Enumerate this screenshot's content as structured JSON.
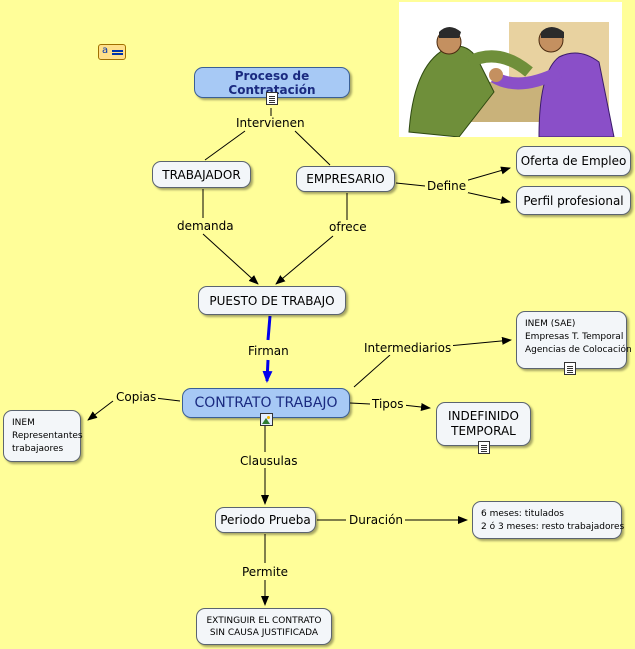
{
  "nodes": {
    "proceso": "Proceso de Contratación",
    "trabajador": "TRABAJADOR",
    "empresario": "EMPRESARIO",
    "oferta": "Oferta de Empleo",
    "perfil": "Perfil profesional",
    "puesto": "PUESTO DE TRABAJO",
    "contrato": "CONTRATO TRABAJO",
    "intermediarios_list": [
      "INEM (SAE)",
      "Empresas T. Temporal",
      "Agencias de Colocación"
    ],
    "copias_list": [
      "INEM",
      "Representantes",
      "trabajaores"
    ],
    "tipos_list": [
      "INDEFINIDO",
      "TEMPORAL"
    ],
    "periodo": "Periodo Prueba",
    "duracion_list": [
      "6 meses: titulados",
      "2 ó 3 meses: resto trabajadores"
    ],
    "extinguir_list": [
      "EXTINGUIR EL CONTRATO",
      "SIN CAUSA JUSTIFICADA"
    ]
  },
  "links": {
    "intervienen": "Intervienen",
    "define": "Define",
    "demanda": "demanda",
    "ofrece": "ofrece",
    "firman": "Firman",
    "intermediarios": "Intermediarios",
    "copias": "Copias",
    "tipos": "Tipos",
    "clausulas": "Clausulas",
    "duracion": "Duración",
    "permite": "Permite"
  },
  "icons": {
    "note": "note-icon",
    "doc": "document-icon",
    "image": "image-icon",
    "clipart": "handshake-clipart"
  },
  "colors": {
    "background": "#fffe99",
    "highlight_node": "#a7c9f5",
    "node": "#f3f6f9",
    "firman_arrow": "#0000ee"
  }
}
